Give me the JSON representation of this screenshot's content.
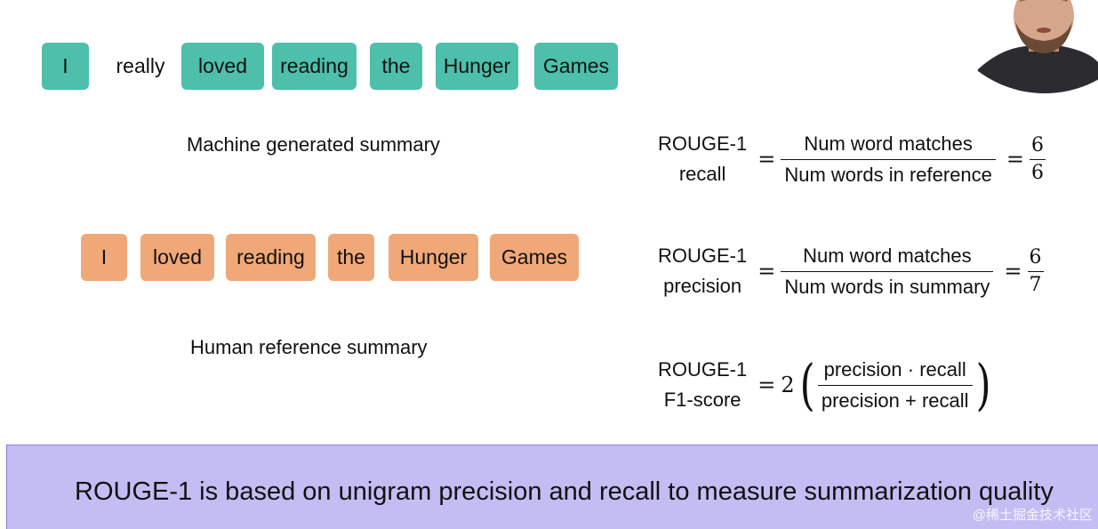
{
  "machine_tokens": [
    {
      "text": "I",
      "highlighted": true
    },
    {
      "text": "really",
      "highlighted": false
    },
    {
      "text": "loved",
      "highlighted": true
    },
    {
      "text": "reading",
      "highlighted": true
    },
    {
      "text": "the",
      "highlighted": true
    },
    {
      "text": "Hunger",
      "highlighted": true
    },
    {
      "text": "Games",
      "highlighted": true
    }
  ],
  "machine_caption": "Machine generated summary",
  "reference_tokens": [
    "I",
    "loved",
    "reading",
    "the",
    "Hunger",
    "Games"
  ],
  "reference_caption": "Human reference summary",
  "recall": {
    "label_line1": "ROUGE-1",
    "label_line2": "recall",
    "numerator": "Num word matches",
    "denominator": "Num words in reference",
    "value_num": "6",
    "value_den": "6"
  },
  "precision": {
    "label_line1": "ROUGE-1",
    "label_line2": "precision",
    "numerator": "Num word matches",
    "denominator": "Num words in summary",
    "value_num": "6",
    "value_den": "7"
  },
  "f1": {
    "label_line1": "ROUGE-1",
    "label_line2": "F1-score",
    "coefficient": "2",
    "numerator": "precision · recall",
    "denominator": "precision + recall"
  },
  "banner_text": "ROUGE-1 is based on unigram precision and recall to measure summarization quality",
  "watermark": "@稀土掘金技术社区",
  "colors": {
    "machine_token": "#4dbfaa",
    "reference_token": "#f0a878",
    "banner": "#c4bdf3"
  }
}
